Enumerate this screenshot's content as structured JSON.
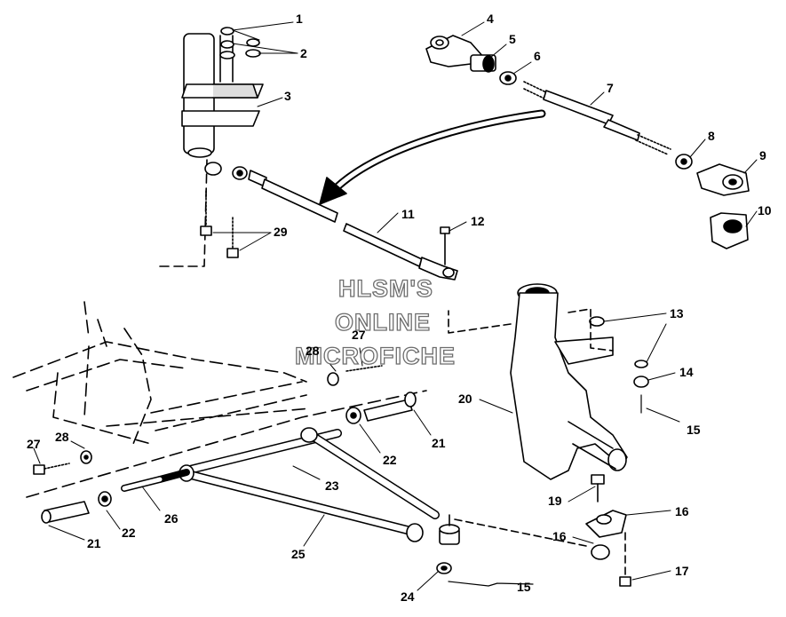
{
  "watermark": {
    "line1": "HLSM'S",
    "line2": "ONLINE",
    "line3": "MICROFICHE"
  },
  "callouts": [
    {
      "id": "c1",
      "text": "1"
    },
    {
      "id": "c2",
      "text": "2"
    },
    {
      "id": "c3",
      "text": "3"
    },
    {
      "id": "c4",
      "text": "4"
    },
    {
      "id": "c5",
      "text": "5"
    },
    {
      "id": "c6",
      "text": "6"
    },
    {
      "id": "c7",
      "text": "7"
    },
    {
      "id": "c8",
      "text": "8"
    },
    {
      "id": "c9",
      "text": "9"
    },
    {
      "id": "c10",
      "text": "10"
    },
    {
      "id": "c11",
      "text": "11"
    },
    {
      "id": "c12",
      "text": "12"
    },
    {
      "id": "c13",
      "text": "13"
    },
    {
      "id": "c14",
      "text": "14"
    },
    {
      "id": "c15a",
      "text": "15"
    },
    {
      "id": "c15b",
      "text": "15"
    },
    {
      "id": "c16a",
      "text": "16"
    },
    {
      "id": "c16b",
      "text": "16"
    },
    {
      "id": "c17",
      "text": "17"
    },
    {
      "id": "c19",
      "text": "19"
    },
    {
      "id": "c20",
      "text": "20"
    },
    {
      "id": "c21a",
      "text": "21"
    },
    {
      "id": "c21b",
      "text": "21"
    },
    {
      "id": "c22a",
      "text": "22"
    },
    {
      "id": "c22b",
      "text": "22"
    },
    {
      "id": "c23",
      "text": "23"
    },
    {
      "id": "c24",
      "text": "24"
    },
    {
      "id": "c25",
      "text": "25"
    },
    {
      "id": "c26",
      "text": "26"
    },
    {
      "id": "c27a",
      "text": "27"
    },
    {
      "id": "c27b",
      "text": "27"
    },
    {
      "id": "c28a",
      "text": "28"
    },
    {
      "id": "c28b",
      "text": "28"
    },
    {
      "id": "c29",
      "text": "29"
    }
  ]
}
